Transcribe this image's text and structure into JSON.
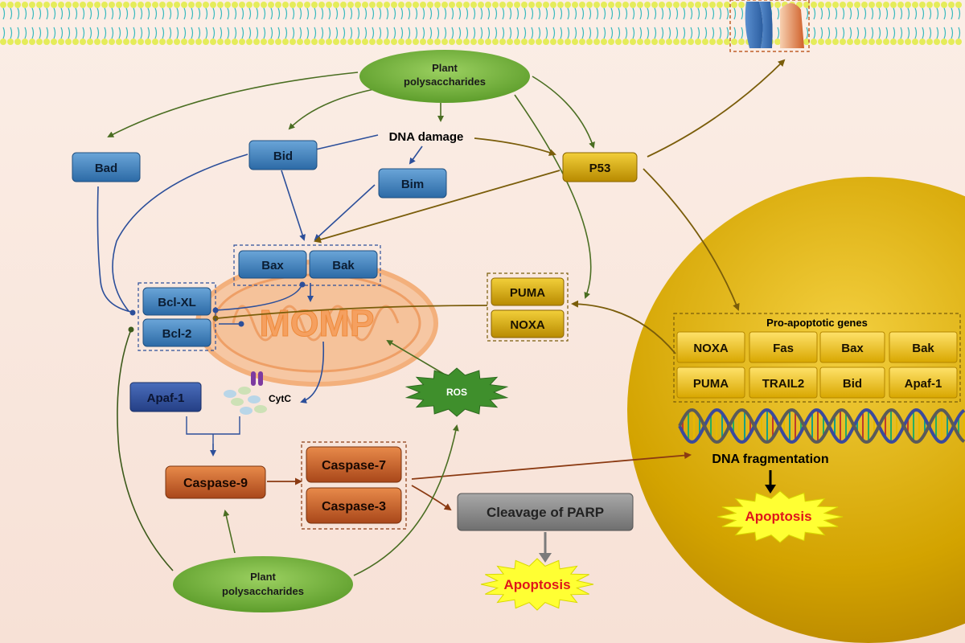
{
  "colors": {
    "blue_box": "#3f7fb8",
    "dark_blue_box": "#2f4f9a",
    "gold_box": "#d4a500",
    "orange_box": "#c85f22",
    "gray_box": "#8a8a8a",
    "green_ellipse": "#78b843",
    "nucleus": "#d2a300",
    "mitochondria": "#f1b98e",
    "green_arrow": "#4a6e22",
    "blue_arrow": "#2c4f9a",
    "olive_arrow": "#7a5d0a",
    "brown_arrow": "#8b3a12",
    "membrane_head": "#e9ee6a",
    "membrane_tail": "#3cc3c3"
  },
  "nodes": {
    "plant_top_line1": "Plant",
    "plant_top_line2": "polysaccharides",
    "plant_bottom_line1": "Plant",
    "plant_bottom_line2": "polysaccharides",
    "dna_damage": "DNA damage",
    "bad": "Bad",
    "bid": "Bid",
    "bim": "Bim",
    "p53": "P53",
    "bax": "Bax",
    "bak": "Bak",
    "bcl_xl": "Bcl-XL",
    "bcl_2": "Bcl-2",
    "momp": "MOMP",
    "puma": "PUMA",
    "noxa": "NOXA",
    "apaf1": "Apaf-1",
    "cytc": "CytC",
    "ros": "ROS",
    "caspase9": "Caspase-9",
    "caspase7": "Caspase-7",
    "caspase3": "Caspase-3",
    "parp": "Cleavage of PARP",
    "apoptosis_left": "Apoptosis",
    "apoptosis_right": "Apoptosis",
    "dna_fragmentation": "DNA fragmentation"
  },
  "pro_apoptotic": {
    "title": "Pro-apoptotic genes",
    "genes": [
      "NOXA",
      "Fas",
      "Bax",
      "Bak",
      "PUMA",
      "TRAIL2",
      "Bid",
      "Apaf-1"
    ]
  }
}
